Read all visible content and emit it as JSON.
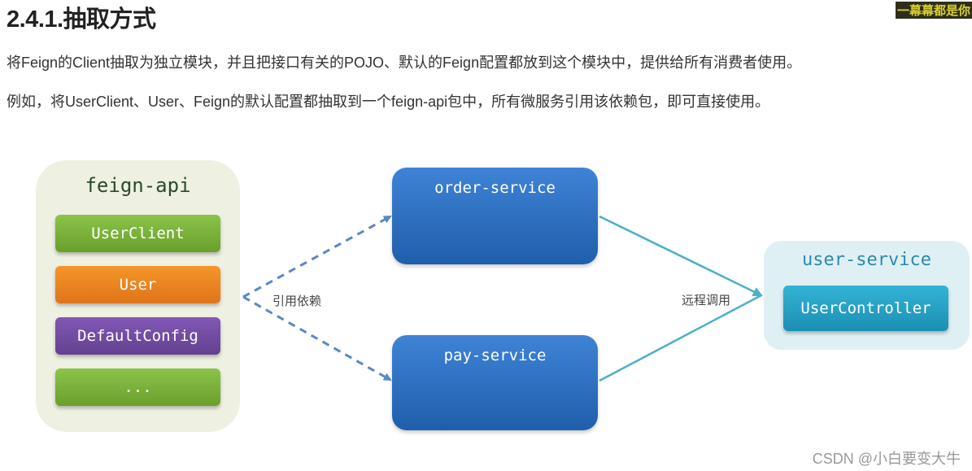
{
  "heading": "2.4.1.抽取方式",
  "danmaku": "一幕幕都是你",
  "paragraphs": [
    "将Feign的Client抽取为独立模块，并且把接口有关的POJO、默认的Feign配置都放到这个模块中，提供给所有消费者使用。",
    "例如，将UserClient、User、Feign的默认配置都抽取到一个feign-api包中，所有微服务引用该依赖包，即可直接使用。"
  ],
  "diagram": {
    "feign_api": {
      "title": "feign-api",
      "items": [
        "UserClient",
        "User",
        "DefaultConfig",
        "..."
      ]
    },
    "order_service": "order-service",
    "pay_service": "pay-service",
    "user_service": {
      "title": "user-service",
      "controller": "UserController"
    },
    "edge_labels": {
      "dependency": "引用依赖",
      "remote_call": "远程调用"
    },
    "colors": {
      "green": "#7cb342",
      "orange": "#f08a24",
      "purple": "#71499f",
      "service_blue": "#2f6fc2",
      "controller_cyan": "#27a2c6",
      "dashed_arrow": "#5b87c5",
      "solid_arrow": "#4bb0c8"
    }
  },
  "watermark": "CSDN @小白要变大牛"
}
